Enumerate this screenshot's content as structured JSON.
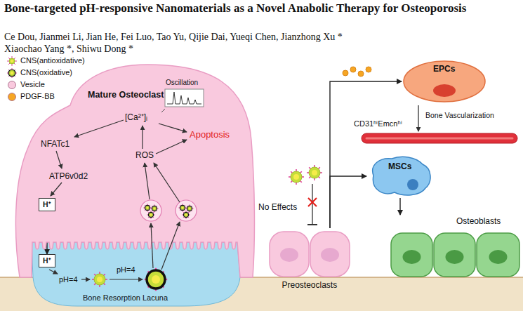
{
  "diagram": {
    "title": "Bone-targeted pH-responsive Nanomaterials as a Novel Anabolic Therapy for Osteoporosis",
    "nodes": [
      {
        "text": [
          "Mature Osteoclast"
        ]
      },
      {
        "text": [
          "H⁺"
        ],
        "in": 0
      },
      {
        "text": [
          "H⁺"
        ]
      },
      {
        "text": [
          "Preosteoclasts"
        ]
      },
      {
        "text": [
          "MSCs"
        ]
      },
      {
        "text": [
          "EPCs"
        ]
      },
      {
        "text": [
          "Osteoblasts"
        ]
      }
    ],
    "edges": [
      {
        "from": 1,
        "to": 2,
        "arrow": "to"
      },
      {
        "from": 3,
        "to": 5,
        "arrow": "to"
      },
      {
        "from": 3,
        "to": 4,
        "arrow": "to"
      },
      {
        "from": 4,
        "to": 6,
        "arrow": "to"
      }
    ],
    "labels": [
      "Ce Dou, Jianmei Li, Jian He, Fei Luo, Tao Yu, Qijie Dai, Yueqi Chen, Jianzhong Xu * Xiaochao Yang *, Shiwu Dong *",
      "Oscillation",
      "[Ca²⁺]ᵢ",
      "Apoptosis",
      "ROS",
      "NFATc1",
      "ATP6v0d2",
      "pH=4",
      "pH=4",
      "Bone Resorption Lacuna",
      "No Effects",
      "Bone Vascularization",
      "CD31ʰⁱEmcnʰⁱ"
    ],
    "legend": [
      {
        "text": "CNS(antioxidative)"
      },
      {
        "text": "CNS(oxidative)"
      },
      {
        "text": "Vesicle",
        "color": "#f9c9de"
      },
      {
        "text": "PDGF-BB",
        "color": "#f6a623"
      }
    ]
  }
}
